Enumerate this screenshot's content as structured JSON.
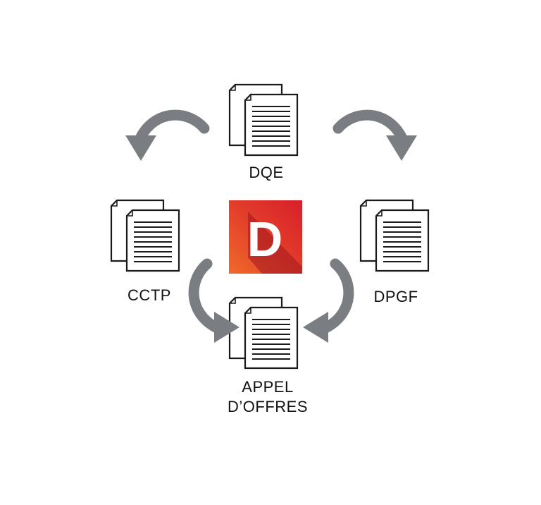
{
  "nodes": {
    "dqe": {
      "label": "DQE"
    },
    "cctp": {
      "label": "CCTP"
    },
    "dpgf": {
      "label": "DPGF"
    },
    "appel": {
      "label_line1": "APPEL",
      "label_line2": "D’OFFRES"
    }
  },
  "logo": {
    "letter": "D"
  },
  "icons": {
    "document": "document-stack-icon",
    "arrow": "curved-arrow-icon"
  },
  "colors": {
    "arrow": "#7a7d82",
    "doc_stroke": "#1a1a1a",
    "logo_orange": "#f06a2a",
    "logo_red": "#d81f2a",
    "logo_dark": "#a0161f"
  }
}
